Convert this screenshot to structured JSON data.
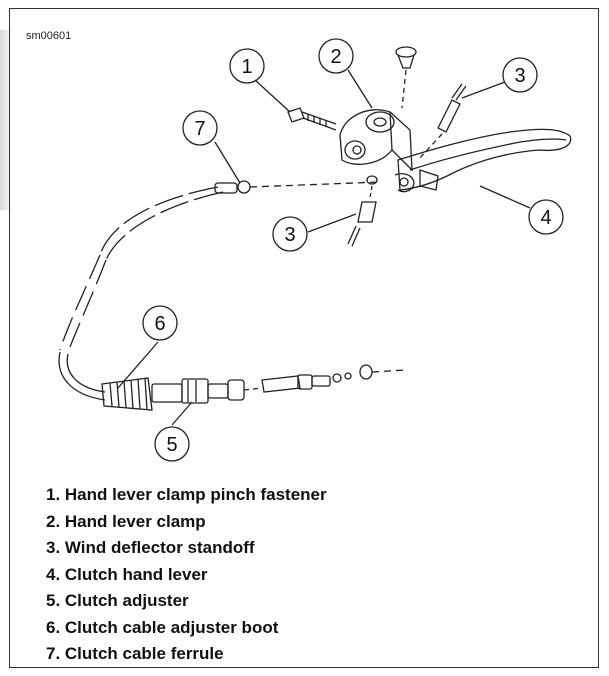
{
  "figure_id": "sm00601",
  "callouts": {
    "c1": "1",
    "c2": "2",
    "c3a": "3",
    "c3b": "3",
    "c4": "4",
    "c5": "5",
    "c6": "6",
    "c7": "7"
  },
  "legend": [
    "1. Hand lever clamp pinch fastener",
    "2. Hand lever clamp",
    "3. Wind deflector standoff",
    "4. Clutch hand lever",
    "5. Clutch adjuster",
    "6. Clutch cable adjuster boot",
    "7. Clutch cable ferrule"
  ]
}
